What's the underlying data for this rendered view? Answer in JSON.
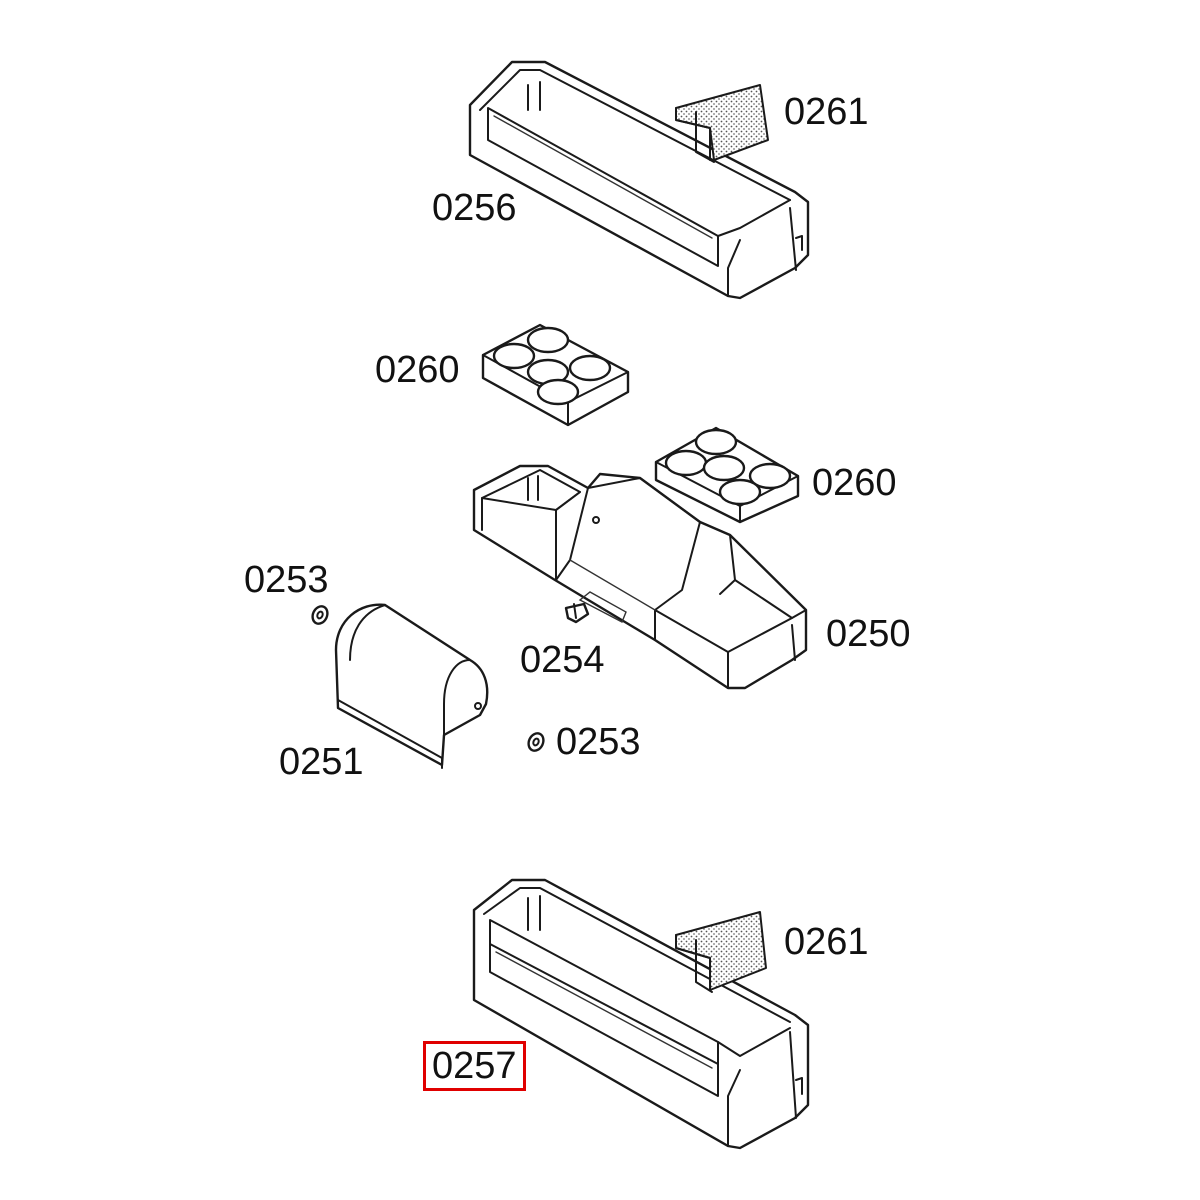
{
  "parts": [
    {
      "id": "p0261a",
      "label": "0261",
      "highlighted": false
    },
    {
      "id": "p0256",
      "label": "0256",
      "highlighted": false
    },
    {
      "id": "p0260a",
      "label": "0260",
      "highlighted": false
    },
    {
      "id": "p0260b",
      "label": "0260",
      "highlighted": false
    },
    {
      "id": "p0253a",
      "label": "0253",
      "highlighted": false
    },
    {
      "id": "p0250",
      "label": "0250",
      "highlighted": false
    },
    {
      "id": "p0254",
      "label": "0254",
      "highlighted": false
    },
    {
      "id": "p0253b",
      "label": "0253",
      "highlighted": false
    },
    {
      "id": "p0251",
      "label": "0251",
      "highlighted": false
    },
    {
      "id": "p0261b",
      "label": "0261",
      "highlighted": false
    },
    {
      "id": "p0257",
      "label": "0257",
      "highlighted": true
    }
  ],
  "colors": {
    "line": "#1a1a1a",
    "highlight": "#e00000",
    "background": "#ffffff"
  }
}
